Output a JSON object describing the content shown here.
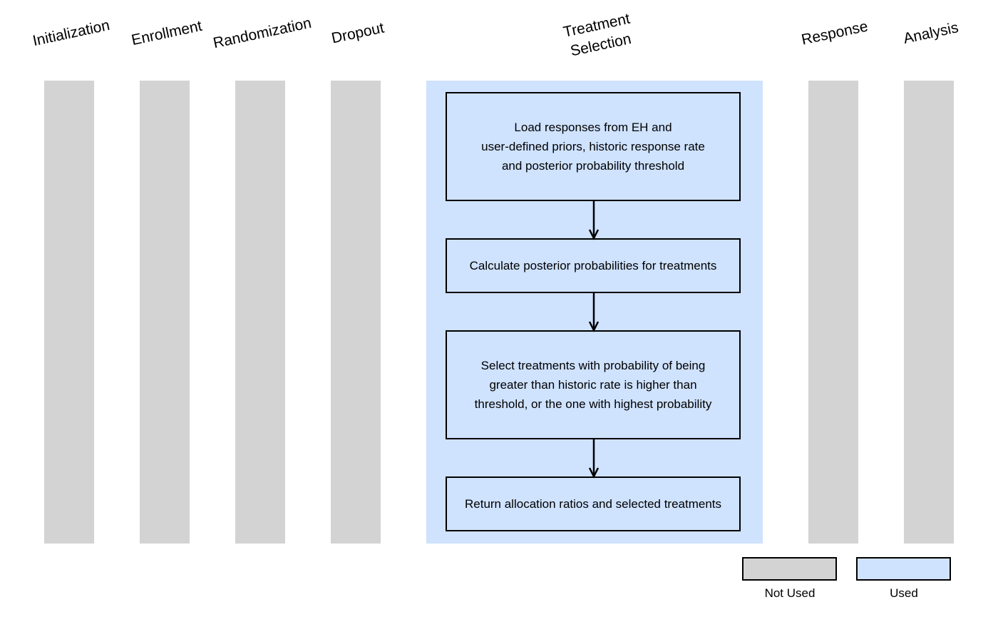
{
  "stages": [
    {
      "label": "Initialization"
    },
    {
      "label": "Enrollment"
    },
    {
      "label": "Randomization"
    },
    {
      "label": "Dropout"
    },
    {
      "label": "Treatment\nSelection"
    },
    {
      "label": "Response"
    },
    {
      "label": "Analysis"
    }
  ],
  "steps": [
    {
      "text": "Load responses from EH and\nuser-defined priors, historic response rate\nand posterior probability threshold"
    },
    {
      "text": "Calculate posterior probabilities for treatments"
    },
    {
      "text": "Select treatments with probability of being\ngreater than historic rate is higher than\nthreshold, or the one with highest probability"
    },
    {
      "text": "Return allocation ratios and selected treatments"
    }
  ],
  "legend": {
    "not_used": {
      "label": "Not Used",
      "color": "#d3d3d3"
    },
    "used": {
      "label": "Used",
      "color": "#cfe2fe"
    }
  }
}
